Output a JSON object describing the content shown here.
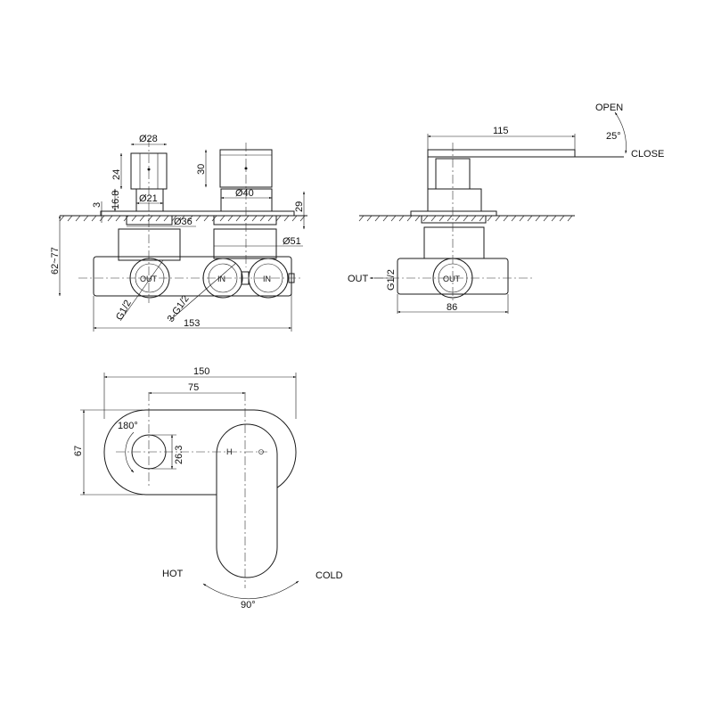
{
  "front_view": {
    "dim_knob_dia": "Ø28",
    "dim_knob_height": "24",
    "dim_stem_height": "16.8",
    "dim_plate": "3",
    "dim_stem_dia": "Ø21",
    "dim_flange_dia": "Ø36",
    "dim_cap_height": "30",
    "dim_cap_dia": "Ø40",
    "dim_depth": "29",
    "dim_body_dia": "Ø51",
    "dim_install_depth": "62~77",
    "dim_width": "153",
    "thread_out": "G1/2",
    "thread_in": "3-G1/2",
    "port_out": "OUT",
    "port_in_1": "IN",
    "port_in_2": "IN"
  },
  "side_view": {
    "dim_lever_length": "115",
    "open_label": "OPEN",
    "angle": "25°",
    "close_label": "CLOSE",
    "out_label": "OUT",
    "thread": "G1/2",
    "port_out": "OUT",
    "dim_width": "86"
  },
  "top_view": {
    "dim_width": "150",
    "dim_offset": "75",
    "dim_height": "67",
    "rotation": "180°",
    "dim_hole": "26.3",
    "handle_mark": "H",
    "hot_label": "HOT",
    "cold_label": "COLD",
    "handle_angle": "90°"
  }
}
